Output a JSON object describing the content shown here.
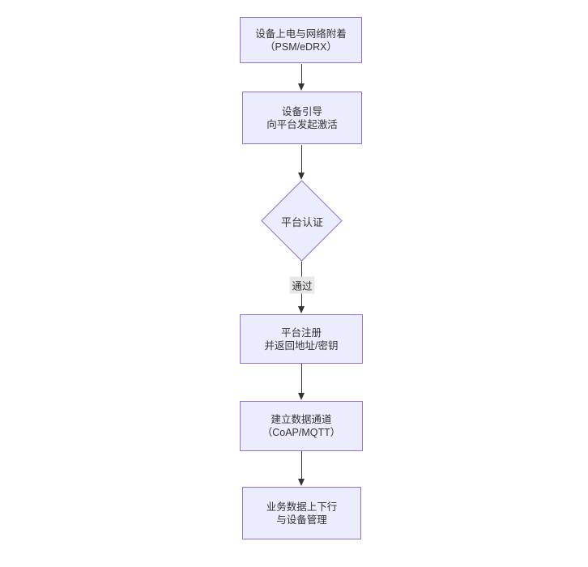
{
  "theme": {
    "node_fill": "#ECECFF",
    "node_border": "#9370DB",
    "text_color": "#333333",
    "edge_color": "#333333",
    "edge_label_bg": "#e8e8e8",
    "canvas_bg": "#ffffff"
  },
  "flowchart": {
    "direction": "top-down",
    "nodes": [
      {
        "id": "n1",
        "type": "rect",
        "lines": [
          "设备上电与网络附着",
          "（PSM/eDRX）"
        ]
      },
      {
        "id": "n2",
        "type": "rect",
        "lines": [
          "设备引导",
          "向平台发起激活"
        ]
      },
      {
        "id": "n3",
        "type": "diamond",
        "lines": [
          "平台认证"
        ]
      },
      {
        "id": "n4",
        "type": "rect",
        "lines": [
          "平台注册",
          "并返回地址/密钥"
        ]
      },
      {
        "id": "n5",
        "type": "rect",
        "lines": [
          "建立数据通道",
          "（CoAP/MQTT）"
        ]
      },
      {
        "id": "n6",
        "type": "rect",
        "lines": [
          "业务数据上下行",
          "与设备管理"
        ]
      }
    ],
    "edges": [
      {
        "from": "n1",
        "to": "n2",
        "label": ""
      },
      {
        "from": "n2",
        "to": "n3",
        "label": ""
      },
      {
        "from": "n3",
        "to": "n4",
        "label": "通过"
      },
      {
        "from": "n4",
        "to": "n5",
        "label": ""
      },
      {
        "from": "n5",
        "to": "n6",
        "label": ""
      }
    ]
  }
}
